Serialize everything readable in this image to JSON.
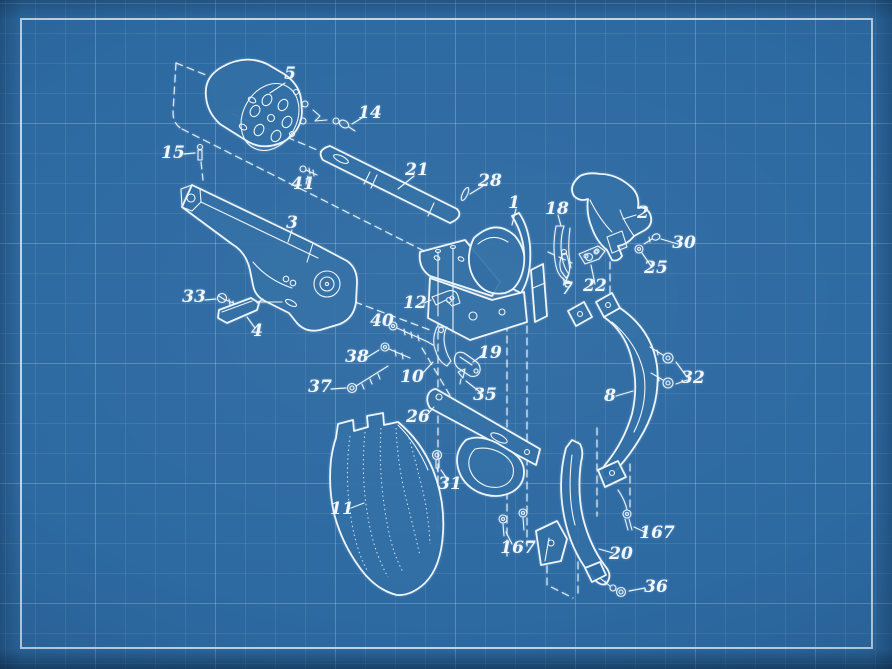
{
  "blueprint": {
    "subject": "exploded-parts diagram of a percussion revolver on blueprint grid",
    "palette": {
      "background": "#2d6aa2",
      "edge_shadow": "#1d4e7d",
      "grid_minor": "#3f7cb2",
      "grid_major": "#5a8fc1",
      "border_frame": "#e4f0f9",
      "drawing_line": "#eef5fb"
    },
    "part_labels": [
      {
        "id": "cylinder",
        "text": "5"
      },
      {
        "id": "nipple",
        "text": "14"
      },
      {
        "id": "pin",
        "text": "15"
      },
      {
        "id": "small-screw-41",
        "text": "41"
      },
      {
        "id": "plunger-rod",
        "text": "21"
      },
      {
        "id": "pin-28",
        "text": "28"
      },
      {
        "id": "frame",
        "text": "1"
      },
      {
        "id": "hand",
        "text": "18"
      },
      {
        "id": "hammer",
        "text": "2"
      },
      {
        "id": "screw-30",
        "text": "30"
      },
      {
        "id": "ball-screw-25",
        "text": "25"
      },
      {
        "id": "part-7",
        "text": "7"
      },
      {
        "id": "part-22",
        "text": "22"
      },
      {
        "id": "barrel",
        "text": "3"
      },
      {
        "id": "screw-33",
        "text": "33"
      },
      {
        "id": "wedge",
        "text": "4"
      },
      {
        "id": "bracket-12",
        "text": "12"
      },
      {
        "id": "screw-40",
        "text": "40"
      },
      {
        "id": "screw-38",
        "text": "38"
      },
      {
        "id": "screw-37",
        "text": "37"
      },
      {
        "id": "trigger",
        "text": "10"
      },
      {
        "id": "bolt-19",
        "text": "19"
      },
      {
        "id": "screw-35",
        "text": "35"
      },
      {
        "id": "guard-plate",
        "text": "26"
      },
      {
        "id": "backstrap",
        "text": "8"
      },
      {
        "id": "screws-32",
        "text": "32"
      },
      {
        "id": "grip",
        "text": "11"
      },
      {
        "id": "screw-31",
        "text": "31"
      },
      {
        "id": "screws-167a",
        "text": "167"
      },
      {
        "id": "front-strap",
        "text": "20"
      },
      {
        "id": "screw-167b",
        "text": "167"
      },
      {
        "id": "screw-36",
        "text": "36"
      }
    ]
  }
}
